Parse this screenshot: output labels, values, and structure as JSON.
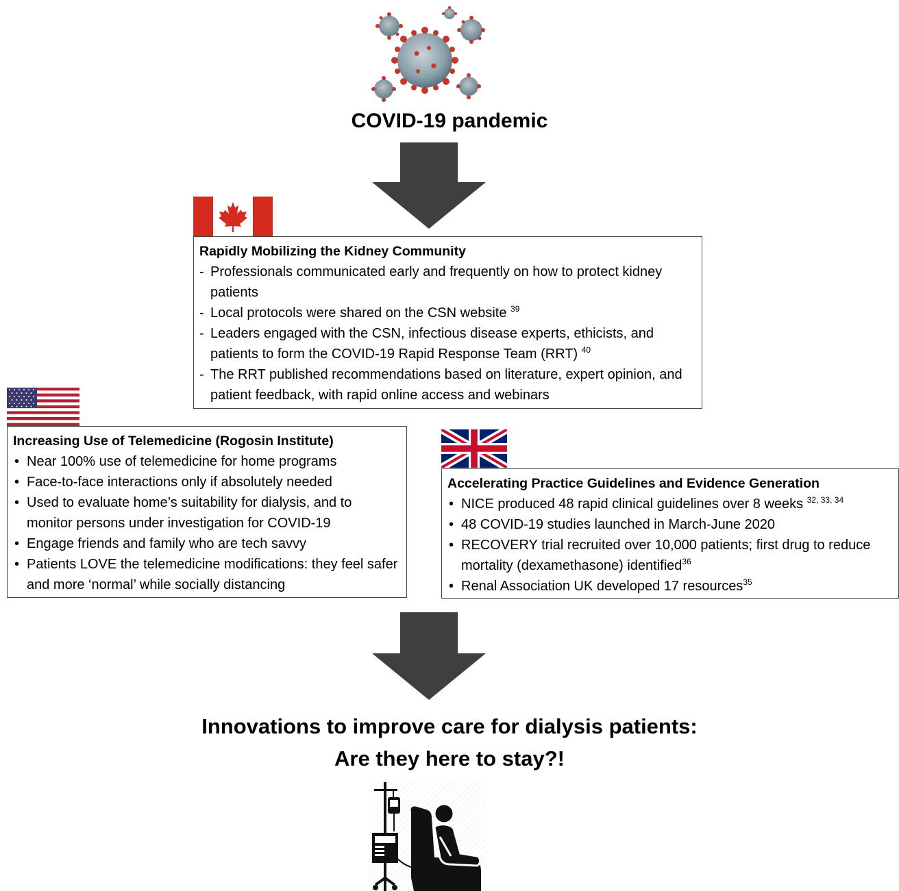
{
  "top_title": "COVID-19 pandemic",
  "canada_box": {
    "title": "Rapidly Mobilizing the Kidney Community",
    "items": [
      {
        "text": "Professionals communicated early and frequently on how to protect kidney patients",
        "ref": ""
      },
      {
        "text": "Local protocols were shared on the CSN website",
        "ref": "39"
      },
      {
        "text": "Leaders engaged with the CSN, infectious disease experts, ethicists, and patients to form the COVID-19 Rapid Response Team (RRT)",
        "ref": "40"
      },
      {
        "text": "The RRT published recommendations based on literature, expert opinion, and patient feedback, with rapid online access and webinars",
        "ref": ""
      }
    ]
  },
  "usa_box": {
    "title": "Increasing Use of Telemedicine (Rogosin Institute)",
    "items": [
      {
        "text": "Near 100% use of telemedicine for home programs"
      },
      {
        "text": "Face-to-face interactions only if absolutely needed"
      },
      {
        "text": "Used to evaluate home’s suitability for dialysis, and to monitor persons under investigation for COVID-19"
      },
      {
        "text": "Engage friends and family who are tech savvy"
      },
      {
        "text": "Patients LOVE the telemedicine modifications: they feel safer and more ‘normal’ while socially distancing"
      }
    ]
  },
  "uk_box": {
    "title": "Accelerating Practice Guidelines and Evidence Generation",
    "items": [
      {
        "text": "NICE produced 48 rapid clinical guidelines over 8 weeks",
        "ref": "32, 33, 34"
      },
      {
        "text": "48 COVID-19 studies launched in March-June 2020",
        "ref": ""
      },
      {
        "text": "RECOVERY trial recruited over 10,000 patients; first drug to reduce mortality (dexamethasone) identified",
        "ref": "36"
      },
      {
        "text": "Renal Association UK developed 17 resources",
        "ref": "35"
      }
    ]
  },
  "bottom_title": {
    "line1": "Innovations to improve care for dialysis patients:",
    "line2": "Are they here to stay?!"
  },
  "icons": {
    "virus": "coronavirus-icon",
    "canada": "canada-flag-icon",
    "usa": "usa-flag-icon",
    "uk": "uk-flag-icon",
    "dialysis": "dialysis-patient-icon"
  },
  "colors": {
    "arrow": "#3f3f3f",
    "canada_red": "#d52b1e",
    "usa_red": "#b22234",
    "usa_blue": "#3c3b6e",
    "uk_blue": "#012169",
    "uk_red": "#c8102e"
  }
}
